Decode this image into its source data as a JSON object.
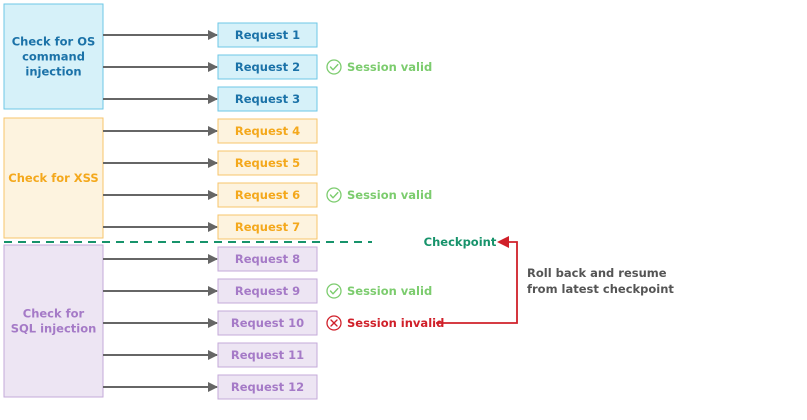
{
  "groups": [
    {
      "label_lines": [
        "Check for OS",
        "command",
        "injection"
      ],
      "fill": "#d6f1f9",
      "stroke": "#6ec7e6",
      "text_color": "#1b72a8",
      "requests": [
        {
          "label": "Request 1"
        },
        {
          "label": "Request 2",
          "status": "valid"
        },
        {
          "label": "Request 3"
        }
      ]
    },
    {
      "label_lines": [
        "Check for XSS"
      ],
      "fill": "#fdf3df",
      "stroke": "#f7c46b",
      "text_color": "#f4a81c",
      "requests": [
        {
          "label": "Request 4"
        },
        {
          "label": "Request 5"
        },
        {
          "label": "Request 6",
          "status": "valid"
        },
        {
          "label": "Request 7"
        }
      ]
    },
    {
      "label_lines": [
        "Check for",
        "SQL injection"
      ],
      "fill": "#ede5f3",
      "stroke": "#c4aad9",
      "text_color": "#a57ac7",
      "requests": [
        {
          "label": "Request 8"
        },
        {
          "label": "Request 9",
          "status": "valid"
        },
        {
          "label": "Request 10",
          "status": "invalid"
        },
        {
          "label": "Request 11"
        },
        {
          "label": "Request 12"
        }
      ]
    }
  ],
  "status_labels": {
    "valid": "Session valid",
    "invalid": "Session invalid"
  },
  "checkpoint": {
    "label": "Checkpoint",
    "color": "#17936b"
  },
  "rollback": {
    "lines": [
      "Roll back and resume",
      "from latest checkpoint"
    ],
    "color": "#555555"
  },
  "colors": {
    "valid": "#7ccc6e",
    "invalid": "#d0202a",
    "arrow": "#666666",
    "checkpoint_line": "#17936b"
  }
}
